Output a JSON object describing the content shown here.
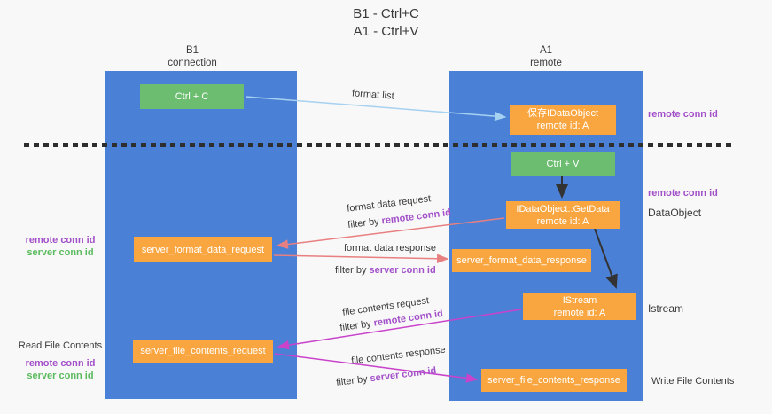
{
  "title": {
    "line1": "B1 - Ctrl+C",
    "line2": "A1 - Ctrl+V"
  },
  "columns": {
    "left": {
      "name": "B1",
      "subtitle": "connection"
    },
    "right": {
      "name": "A1",
      "subtitle": "remote"
    }
  },
  "boxes": {
    "ctrl_c": "Ctrl + C",
    "ctrl_v": "Ctrl + V",
    "save_idataobject": {
      "line1": "保存IDataObject",
      "line2": "remote id: A"
    },
    "getdata": {
      "line1": "IDataObject::GetData",
      "line2": "remote id: A"
    },
    "istream": {
      "line1": "IStream",
      "line2": "remote id: A"
    },
    "server_format_data_request": "server_format_data_request",
    "server_format_data_response": "server_format_data_response",
    "server_file_contents_request": "server_file_contents_request",
    "server_file_contents_response": "server_file_contents_response"
  },
  "arrow_labels": {
    "format_list": "format list",
    "format_data_request": "format data request",
    "format_data_response": "format data response",
    "file_contents_request": "file contents request",
    "file_contents_response": "file contents response",
    "filter_by": "filter by",
    "remote_conn_id": "remote conn id",
    "server_conn_id": "server conn id"
  },
  "side_labels": {
    "remote_conn_id": "remote conn id",
    "server_conn_id": "server conn id",
    "dataobject": "DataObject",
    "istream": "Istream",
    "read_file_contents": "Read File Contents",
    "write_file_contents": "Write File Contents"
  },
  "colors": {
    "column_blue": "#4a80d5",
    "box_green": "#6dbd71",
    "box_orange": "#f9a640",
    "purple_text": "#a351c9",
    "green_text": "#5abb5e",
    "arrow_light_blue": "#a6d1f0",
    "arrow_red": "#e87f80",
    "arrow_magenta": "#c943cb",
    "arrow_black": "#333333",
    "background": "#f8f8f8"
  }
}
